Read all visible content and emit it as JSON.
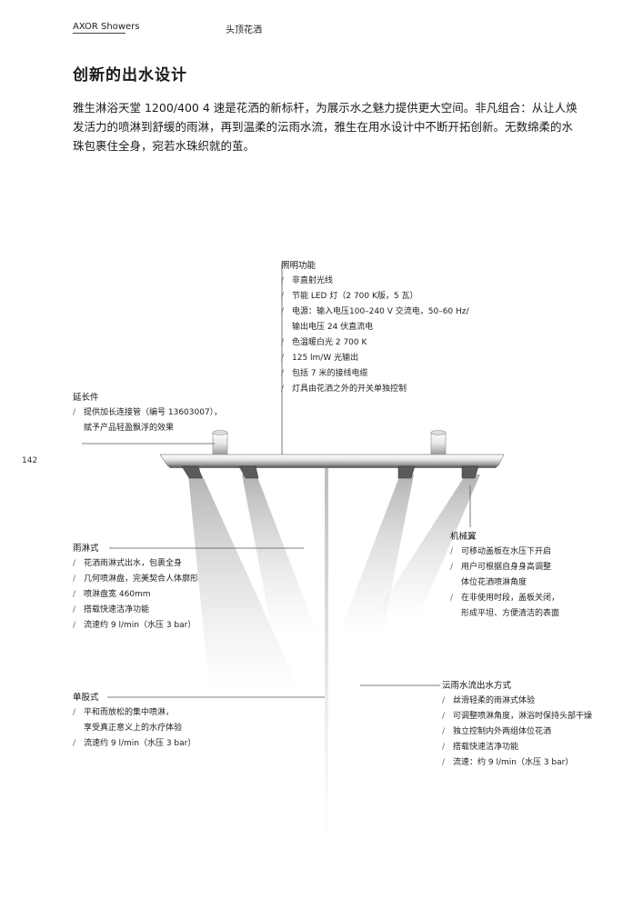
{
  "header": {
    "brand": "AXOR Showers",
    "section": "头顶花洒"
  },
  "page_number": "142",
  "title": "创新的出水设计",
  "intro": "雅生淋浴天堂 1200/400 4 速是花洒的新标杆，为展示水之魅力提供更大空间。非凡组合：从让人焕发活力的喷淋到舒缓的雨淋，再到温柔的沄雨水流，雅生在用水设计中不断开拓创新。无数绵柔的水珠包裹住全身，宛若水珠织就的茧。",
  "callouts": {
    "lighting": {
      "title": "照明功能",
      "items": [
        "非直射光线",
        "节能 LED 灯（2 700 K版，5 瓦）",
        "电源：输入电压100–240 V 交流电，50–60 Hz/",
        "输出电压 24 伏直流电",
        "色温暖白光 2 700 K",
        "125 lm/W 光输出",
        "包括 7 米的接线电缆",
        "灯具由花洒之外的开关单独控制"
      ]
    },
    "extension": {
      "title": "延长件",
      "items": [
        "提供加长连接管（编号 13603007），",
        "赋予产品轻盈飘浮的效果"
      ]
    },
    "mechanical": {
      "title": "机械翼",
      "items": [
        "可移动盖板在水压下开启",
        "用户可根据自身身高调整",
        "体位花洒喷淋角度",
        "在非使用时段，盖板关闭，",
        "形成平坦、方便清洁的表面"
      ]
    },
    "rain": {
      "title": "雨淋式",
      "items": [
        "花洒雨淋式出水，包裹全身",
        "几何喷淋盘，完美契合人体廓形",
        "喷淋盘宽 460mm",
        "搭载快速洁净功能",
        "流速约 9 l/min（水压 3 bar）"
      ]
    },
    "single": {
      "title": "单股式",
      "items": [
        "平和而放松的集中喷淋，",
        "享受真正意义上的水疗体验",
        "流速约 9 l/min（水压 3 bar）"
      ]
    },
    "cloud": {
      "title": "沄雨水流出水方式",
      "items": [
        "丝滑轻柔的雨淋式体验",
        "可调整喷淋角度，淋浴时保持头部干燥",
        "独立控制内外两组体位花洒",
        "搭载快速洁净功能",
        "流速：约 9 l/min（水压 3 bar）"
      ]
    }
  },
  "colors": {
    "text": "#1a1a1a",
    "leader": "#555555",
    "chrome_light": "#f2f2f2",
    "chrome_dark": "#8a8a8a",
    "spray": "#b8b8b8"
  }
}
